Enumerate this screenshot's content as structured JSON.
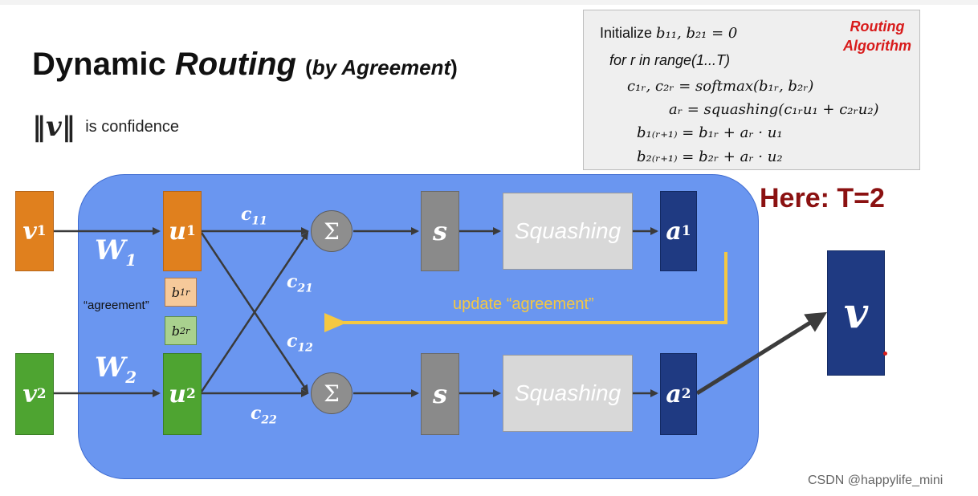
{
  "title": {
    "word1": "Dynamic",
    "word2": "Routing",
    "paren_open": "(",
    "sub": "by Agreement",
    "paren_close": ")"
  },
  "confidence": {
    "symbol": "‖v‖",
    "text": "is confidence"
  },
  "algorithm": {
    "tag_line1": "Routing",
    "tag_line2": "Algorithm",
    "init_text": "Initialize",
    "init_math": "b₁₁, b₂₁ = 0",
    "for_line": "for r in range(1...T)",
    "line1": "c₁ᵣ, c₂ᵣ = softmax(b₁ᵣ, b₂ᵣ)",
    "line2": "aᵣ = squashing(c₁ᵣu₁ + c₂ᵣu₂)",
    "line3": "b₁₍ᵣ₊₁₎ = b₁ᵣ + aᵣ · u₁",
    "line4": "b₂₍ᵣ₊₁₎ = b₂ᵣ + aᵣ · u₂"
  },
  "here_label": "Here: T=2",
  "nodes": {
    "v1": {
      "base": "v",
      "sub": "1"
    },
    "v2": {
      "base": "v",
      "sub": "2"
    },
    "u1": {
      "base": "u",
      "sub": "1"
    },
    "u2": {
      "base": "u",
      "sub": "2"
    },
    "s1": "s",
    "s2": "s",
    "squash1": "Squashing",
    "squash2": "Squashing",
    "a1": {
      "base": "a",
      "sub": "1"
    },
    "a2": {
      "base": "a",
      "sub": "2"
    },
    "sum1": "Σ",
    "sum2": "Σ",
    "vout": "v"
  },
  "weights": {
    "W1": {
      "base": "W",
      "sub": "1"
    },
    "W2": {
      "base": "W",
      "sub": "2"
    }
  },
  "coefficients": {
    "c11": {
      "base": "c",
      "sub": "11"
    },
    "c21": {
      "base": "c",
      "sub": "21"
    },
    "c12": {
      "base": "c",
      "sub": "12"
    },
    "c22": {
      "base": "c",
      "sub": "22"
    }
  },
  "agreement": {
    "label": "“agreement”",
    "b1r": {
      "base": "b",
      "sub": "1r"
    },
    "b2r": {
      "base": "b",
      "sub": "2r"
    }
  },
  "update_label": "update “agreement”",
  "watermark": "CSDN @happylife_mini",
  "colors": {
    "panel": "#6a96f0",
    "orange": "#e0801e",
    "green": "#4ea431",
    "navy": "#1f3a82",
    "update_arrow": "#f5c842",
    "routing_tag": "#d81b1b",
    "here": "#8b1111"
  }
}
